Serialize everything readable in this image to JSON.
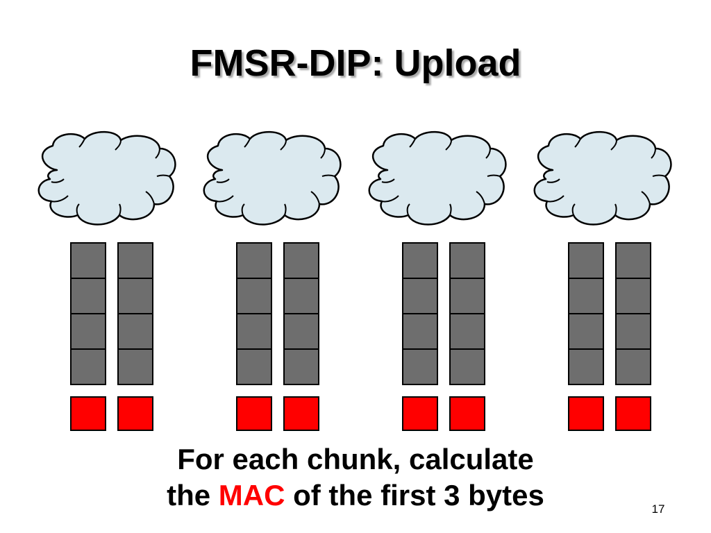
{
  "slide": {
    "title": "FMSR-DIP: Upload",
    "caption_line1": "For each chunk, calculate",
    "caption_line2_pre": "the ",
    "caption_line2_highlight": "MAC",
    "caption_line2_post": " of the first 3 bytes",
    "page_number": "17"
  },
  "diagram": {
    "cloud_count": 4,
    "chunks_per_node": 2,
    "blocks_per_chunk": 4,
    "colors": {
      "cloud_fill": "#dbe9ef",
      "cloud_stroke": "#000000",
      "block_fill": "#6e6e6e",
      "mac_fill": "#ff0000",
      "highlight_text": "#ff0000"
    }
  }
}
